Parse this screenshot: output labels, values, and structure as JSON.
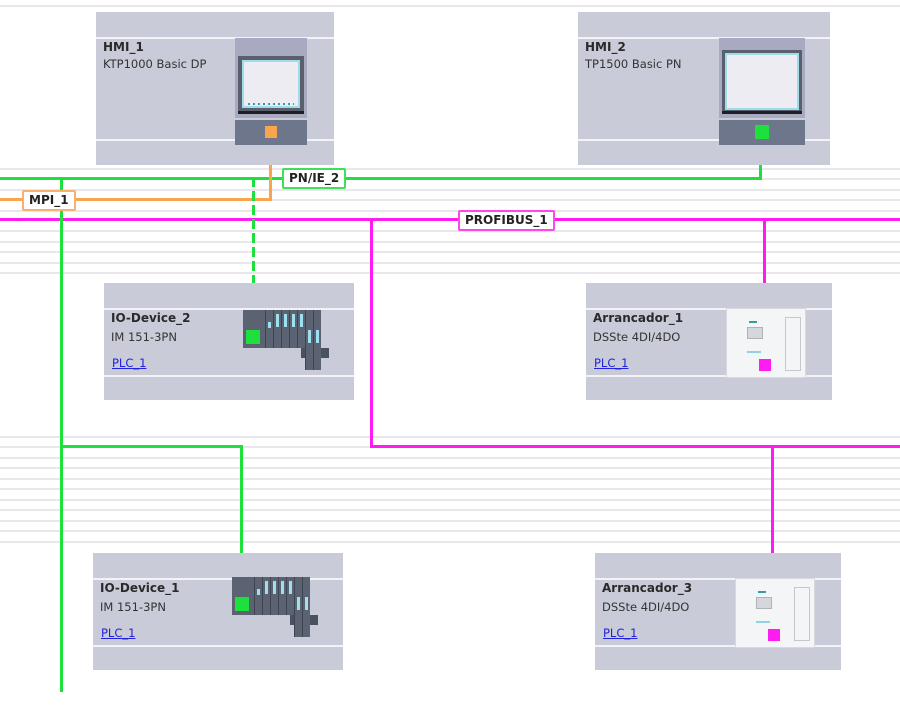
{
  "canvas": {
    "background": "#ffffff"
  },
  "colors": {
    "profinet": "#1ee03c",
    "mpi": "#f7a54f",
    "profibus": "#ff1cf0",
    "device_bg": "#c9cbd9",
    "link": "#2222dd"
  },
  "networks": [
    {
      "id": "pn",
      "label": "PN/IE_2",
      "type": "profinet"
    },
    {
      "id": "mpi",
      "label": "MPI_1",
      "type": "mpi"
    },
    {
      "id": "dp",
      "label": "PROFIBUS_1",
      "type": "profibus"
    }
  ],
  "devices": {
    "hmi1": {
      "name": "HMI_1",
      "type": "KTP1000 Basic DP",
      "icon": "hmi-panel-icon",
      "port": "mpi"
    },
    "hmi2": {
      "name": "HMI_2",
      "type": "TP1500 Basic PN",
      "icon": "hmi-panel-icon",
      "port": "profinet"
    },
    "io2": {
      "name": "IO-Device_2",
      "type": "IM 151-3PN",
      "link": "PLC_1",
      "icon": "et200s-rack-icon"
    },
    "arr1": {
      "name": "Arrancador_1",
      "type": "DSSte 4DI/4DO",
      "link": "PLC_1",
      "icon": "motor-starter-icon"
    },
    "io1": {
      "name": "IO-Device_1",
      "type": "IM 151-3PN",
      "link": "PLC_1",
      "icon": "et200s-rack-icon"
    },
    "arr3": {
      "name": "Arrancador_3",
      "type": "DSSte 4DI/4DO",
      "link": "PLC_1",
      "icon": "motor-starter-icon"
    }
  }
}
